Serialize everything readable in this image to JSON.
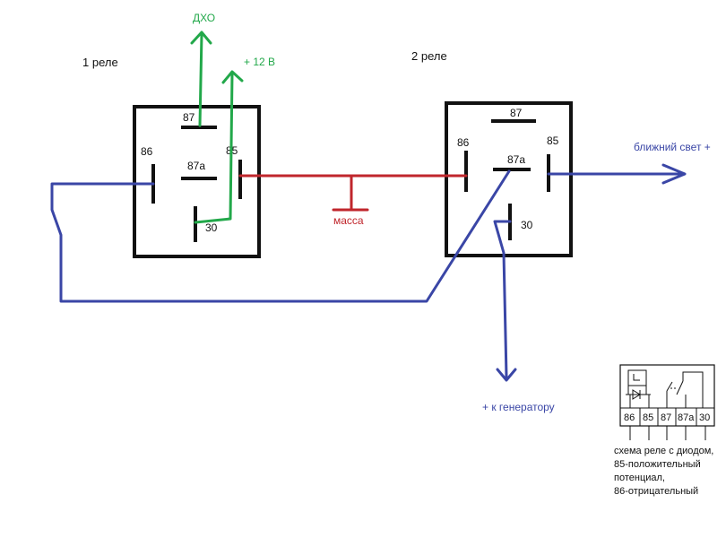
{
  "relay1": {
    "title": "1 реле",
    "pin87": "87",
    "pin86": "86",
    "pin87a": "87a",
    "pin85": "85",
    "pin30": "30"
  },
  "relay2": {
    "title": "2 реле",
    "pin87": "87",
    "pin86": "86",
    "pin87a": "87a",
    "pin85": "85",
    "pin30": "30"
  },
  "labels": {
    "dho": "ДХО",
    "plus12": "+ 12 В",
    "ground": "масса",
    "low_beam": "ближний свет +",
    "generator": "+  к генератору"
  },
  "legend": {
    "pins": [
      "86",
      "85",
      "87",
      "87a",
      "30"
    ],
    "caption_lines": [
      "схема реле с диодом,",
      "85-положительный",
      "потенциал,",
      "86-отрицательный"
    ]
  },
  "colors": {
    "green": "#22a84a",
    "blue": "#3a46a6",
    "red": "#c0262c",
    "black": "#111111"
  }
}
